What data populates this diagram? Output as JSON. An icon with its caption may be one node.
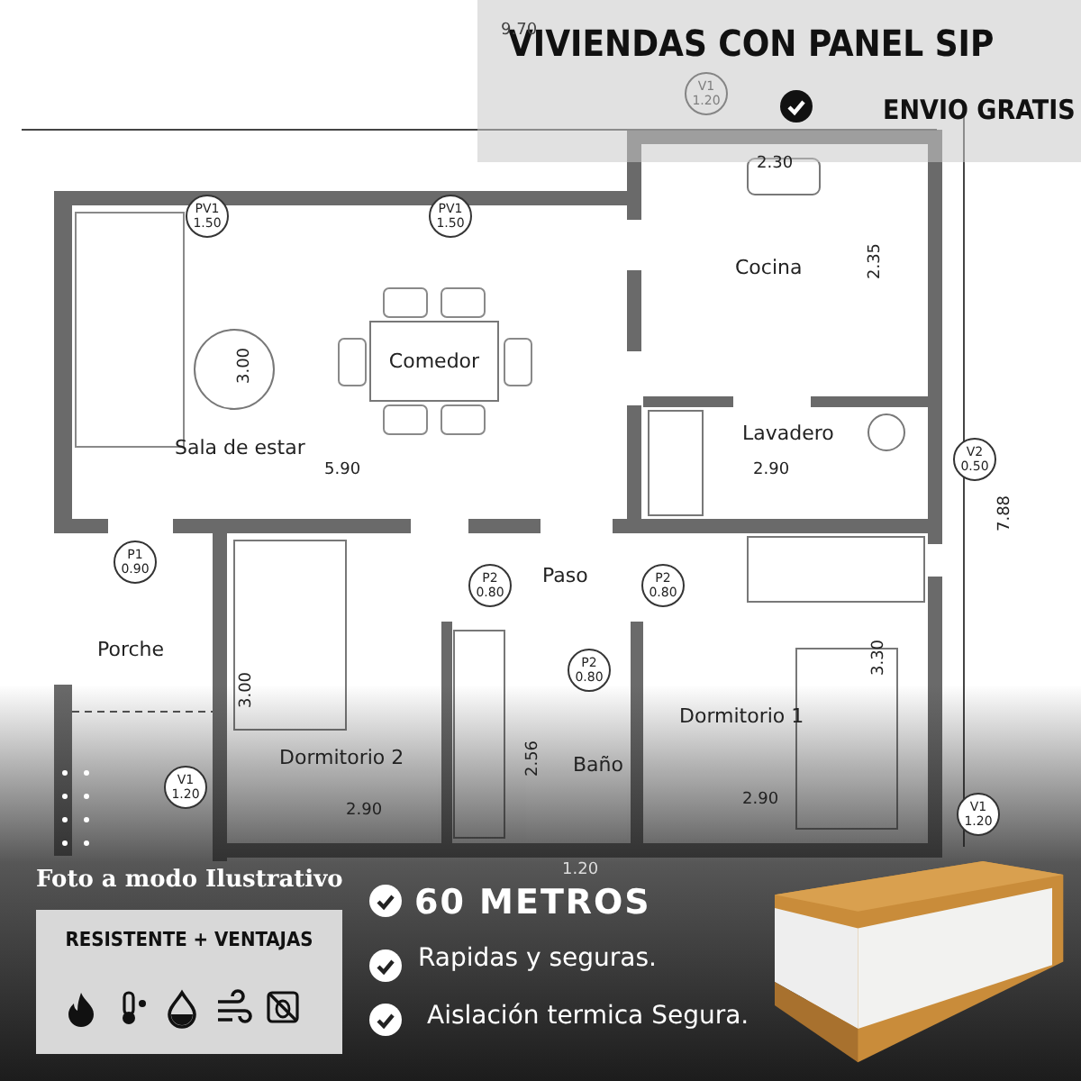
{
  "diagram": {
    "title": "VIVIENDAS CON PANEL SIP",
    "nodes": [
      {
        "text": [
          "PV1",
          "1.50"
        ]
      },
      {
        "text": [
          "PV1",
          "1.50"
        ]
      },
      {
        "text": [
          "V1",
          "1.20"
        ]
      },
      {
        "text": [
          "Cocina"
        ]
      },
      {
        "text": [
          "Sala de estar"
        ]
      },
      {
        "text": [
          "Comedor"
        ],
        "in": 4
      },
      {
        "text": [
          "Lavadero"
        ]
      },
      {
        "text": [
          "V2",
          "0.50"
        ]
      },
      {
        "text": [
          "P1",
          "0.90"
        ]
      },
      {
        "text": [
          "P2",
          "0.80"
        ],
        "in": 10
      },
      {
        "text": [
          "Paso"
        ]
      },
      {
        "text": [
          "P2",
          "0.80"
        ],
        "in": 14
      },
      {
        "text": [
          "Porche"
        ]
      },
      {
        "text": [
          "P2",
          "0.80"
        ],
        "in": 17
      },
      {
        "text": [
          "Dormitorio 1"
        ]
      },
      {
        "text": [
          "V1",
          "1.20"
        ]
      },
      {
        "text": [
          "Dormitorio 2"
        ]
      },
      {
        "text": [
          "Baño"
        ]
      },
      {
        "text": [
          "V1",
          "1.20"
        ]
      },
      {
        "text": [
          "RESISTENTE + VENTAJAS"
        ]
      }
    ],
    "labels": [
      "9.70",
      "ENVIO GRATIS",
      "2.30",
      "2.35",
      "3.00",
      "5.90",
      "2.90",
      "7.88",
      "3.00",
      "3.30",
      "2.56",
      "2.90",
      "2.90",
      "1.20",
      "Foto a modo Ilustrativo",
      "60 METROS",
      "Rapidas y seguras.",
      "Aislación termica Segura."
    ]
  }
}
